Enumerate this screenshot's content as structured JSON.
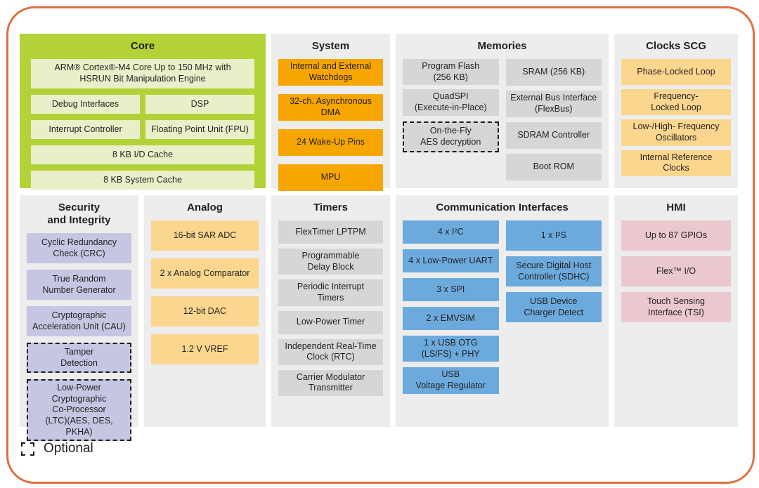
{
  "colors": {
    "green": "#b2d237",
    "paleGreen": "#e9efc9",
    "gray": "#ededed",
    "orange": "#f7a600",
    "lightOrange": "#fbd68f",
    "grayBlock": "#d6d6d6",
    "purple": "#c5c6e2",
    "blue": "#6caadd",
    "pink": "#eac8ce",
    "frameBorder": "#e0703f",
    "text": "#231f20"
  },
  "legend": {
    "label": "Optional"
  },
  "sections": [
    {
      "id": "core",
      "title": "Core",
      "bg": "green",
      "block": "paleGreen",
      "columns": [
        [
          {
            "text": "ARM® Cortex®-M4 Core Up to 150 MHz with\nHSRUN Bit Manipulation Engine"
          },
          {
            "pair": [
              {
                "text": "Debug Interfaces"
              },
              {
                "text": "DSP"
              }
            ]
          },
          {
            "pair": [
              {
                "text": "Interrupt Controller"
              },
              {
                "text": "Floating Point Unit (FPU)"
              }
            ]
          },
          {
            "text": "8 KB I/D Cache"
          },
          {
            "text": "8 KB System Cache"
          }
        ]
      ]
    },
    {
      "id": "system",
      "title": "System",
      "bg": "gray",
      "block": "orange",
      "columns": [
        [
          {
            "text": "Internal and External\nWatchdogs"
          },
          {
            "text": "32-ch. Asynchronous\nDMA"
          },
          {
            "text": "24 Wake-Up Pins"
          },
          {
            "text": "MPU"
          }
        ]
      ]
    },
    {
      "id": "memories",
      "title": "Memories",
      "bg": "gray",
      "block": "grayBlock",
      "columns": [
        [
          {
            "text": "Program Flash\n(256 KB)"
          },
          {
            "text": "QuadSPI\n(Execute-in-Place)"
          },
          {
            "text": "On-the-Fly\nAES decryption",
            "dashed": true
          }
        ],
        [
          {
            "text": "SRAM (256 KB)"
          },
          {
            "text": "External Bus Interface\n(FlexBus)"
          },
          {
            "text": "SDRAM Controller"
          },
          {
            "text": "Boot ROM"
          }
        ]
      ]
    },
    {
      "id": "clocks",
      "title": "Clocks SCG",
      "bg": "gray",
      "block": "lightOrange",
      "columns": [
        [
          {
            "text": "Phase-Locked Loop"
          },
          {
            "text": "Frequency-\nLocked Loop"
          },
          {
            "text": "Low-/High- Frequency\nOscillators"
          },
          {
            "text": "Internal Reference\nClocks"
          }
        ]
      ]
    },
    {
      "id": "security",
      "title": "Security\nand Integrity",
      "bg": "gray",
      "block": "purple",
      "columns": [
        [
          {
            "text": "Cyclic Redundancy\nCheck (CRC)"
          },
          {
            "text": "True Random\nNumber Generator"
          },
          {
            "text": "Cryptographic\nAcceleration Unit (CAU)"
          },
          {
            "text": "Tamper\nDetection",
            "dashed": true
          },
          {
            "text": "Low-Power Cryptographic\nCo-Processor\n(LTC)(AES, DES, PKHA)",
            "dashed": true
          }
        ]
      ]
    },
    {
      "id": "analog",
      "title": "Analog",
      "bg": "gray",
      "block": "lightOrange",
      "columns": [
        [
          {
            "text": "16-bit SAR ADC"
          },
          {
            "text": "2 x Analog Comparator"
          },
          {
            "text": "12-bit DAC"
          },
          {
            "text": "1.2 V VREF"
          }
        ]
      ]
    },
    {
      "id": "timers",
      "title": "Timers",
      "bg": "gray",
      "block": "grayBlock",
      "columns": [
        [
          {
            "text": "FlexTimer LPTPM"
          },
          {
            "text": "Programmable\nDelay Block"
          },
          {
            "text": "Periodic Interrupt\nTimers"
          },
          {
            "text": "Low-Power Timer"
          },
          {
            "text": "Independent Real-Time\nClock (RTC)"
          },
          {
            "text": "Carrier Modulator\nTransmitter"
          }
        ]
      ]
    },
    {
      "id": "comm",
      "title": "Communication Interfaces",
      "bg": "gray",
      "block": "blue",
      "columns": [
        [
          {
            "text": "4 x I²C"
          },
          {
            "text": "4 x Low-Power UART"
          },
          {
            "text": "3 x SPI"
          },
          {
            "text": "2 x EMVSIM"
          },
          {
            "text": "1 x USB OTG\n(LS/FS) + PHY"
          },
          {
            "text": "USB\nVoltage Regulator"
          }
        ],
        [
          {
            "text": "1 x I²S"
          },
          {
            "text": "Secure Digital Host\nController (SDHC)"
          },
          {
            "text": "USB Device\nCharger Detect"
          }
        ]
      ]
    },
    {
      "id": "hmi",
      "title": "HMI",
      "bg": "gray",
      "block": "pink",
      "columns": [
        [
          {
            "text": "Up to 87 GPIOs"
          },
          {
            "text": "Flex™ I/O"
          },
          {
            "text": "Touch Sensing\nInterface (TSI)"
          }
        ]
      ]
    }
  ]
}
